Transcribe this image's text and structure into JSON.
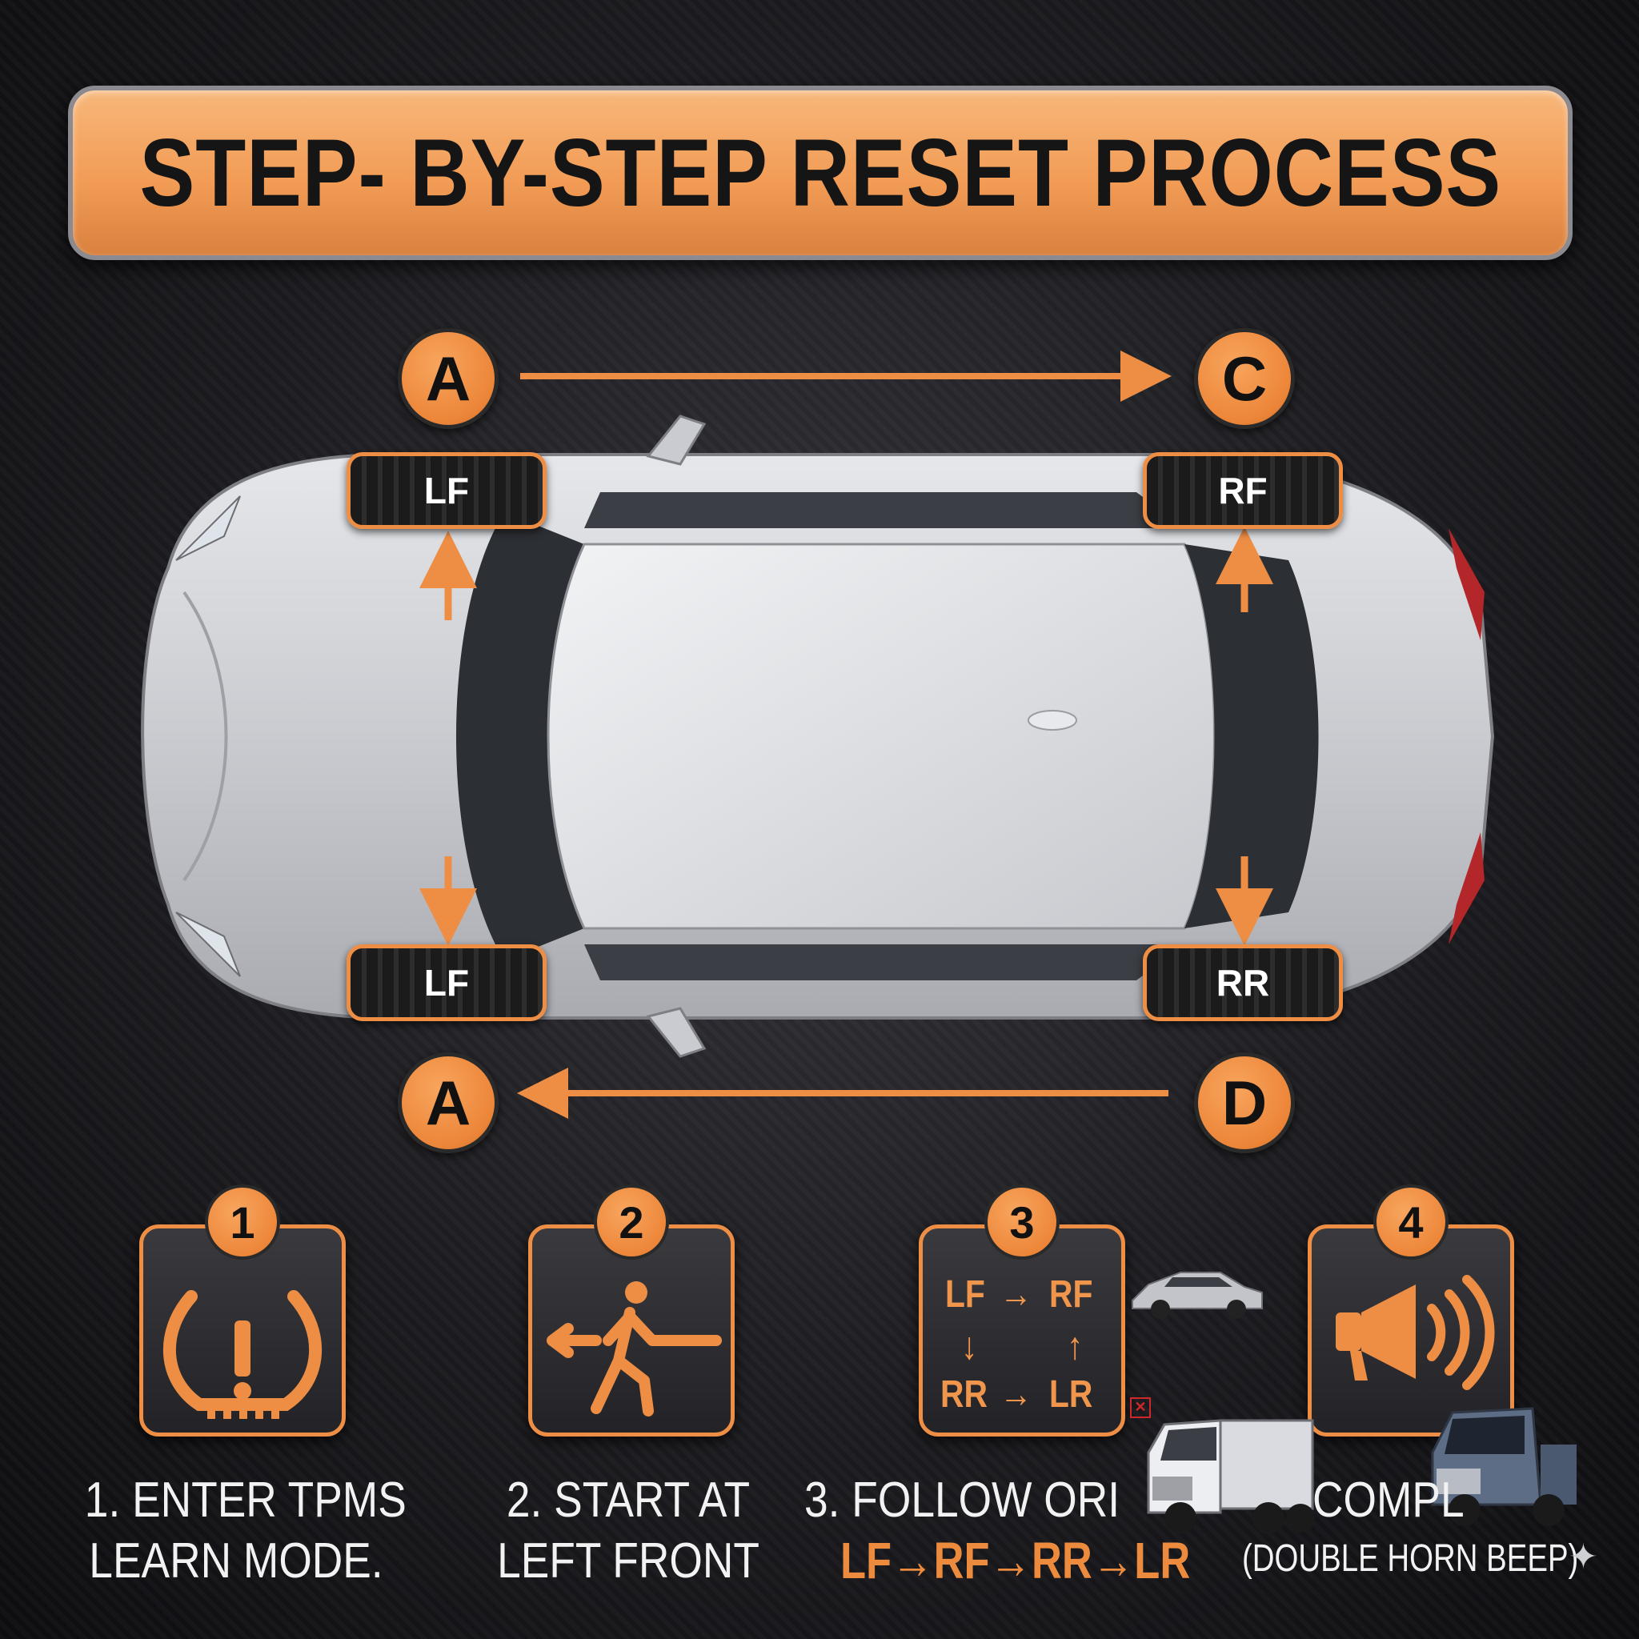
{
  "banner": {
    "title": "STEP- BY-STEP RESET PROCESS"
  },
  "markers": {
    "top_left": "A",
    "top_right": "C",
    "bottom_left": "A",
    "bottom_right": "D"
  },
  "tires": {
    "front_left": "LF",
    "front_right": "RF",
    "rear_left": "LF",
    "rear_right": "RR"
  },
  "steps": [
    {
      "number": "1",
      "icon": "tpms-warning-icon",
      "caption_line1": "1. ENTER TPMS",
      "caption_line2": "LEARN MODE."
    },
    {
      "number": "2",
      "icon": "walking-person-icon",
      "caption_line1": "2. START AT",
      "caption_line2": "LEFT FRONT"
    },
    {
      "number": "3",
      "icon": "order-diagram",
      "order_tl": "LF",
      "order_tr": "RF",
      "order_bl": "RR",
      "order_br": "LR",
      "caption_line1": "3. FOLLOW ORI",
      "caption_line2": "LF→RF→RR→LR"
    },
    {
      "number": "4",
      "icon": "horn-speaker-icon",
      "caption_line1": "COMPL",
      "caption_line2": "(DOUBLE HORN BEEP)"
    }
  ],
  "colors": {
    "accent": "#ee8e45",
    "background": "#1c1c20",
    "banner": "#f29c56"
  }
}
